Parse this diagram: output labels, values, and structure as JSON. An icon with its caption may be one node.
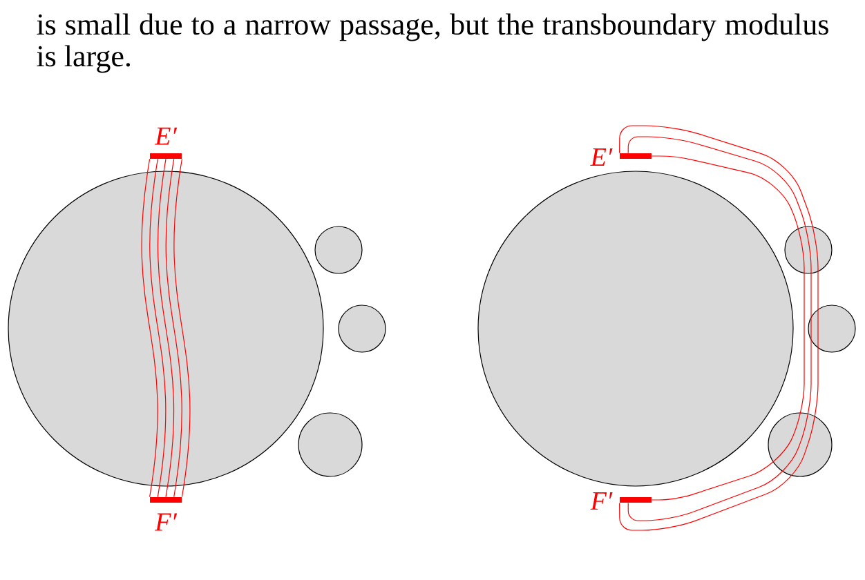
{
  "diagram": {
    "nodes": [
      {
        "text": [
          "E′"
        ]
      },
      {
        "text": [
          "F′"
        ]
      },
      {
        "text": [
          "E′"
        ]
      },
      {
        "text": [
          "F′"
        ]
      }
    ],
    "edges": [
      {
        "from": 0,
        "to": 1,
        "arrow": "none"
      },
      {
        "from": 0,
        "to": 1,
        "arrow": "none"
      },
      {
        "from": 0,
        "to": 1,
        "arrow": "none"
      },
      {
        "from": 0,
        "to": 1,
        "arrow": "none"
      },
      {
        "from": 0,
        "to": 1,
        "arrow": "none"
      },
      {
        "from": 2,
        "to": 3,
        "arrow": "none"
      },
      {
        "from": 2,
        "to": 3,
        "arrow": "none"
      },
      {
        "from": 2,
        "to": 3,
        "arrow": "none"
      }
    ],
    "labels": [
      "is small due to a narrow passage, but the transboundary modulus is large."
    ]
  }
}
